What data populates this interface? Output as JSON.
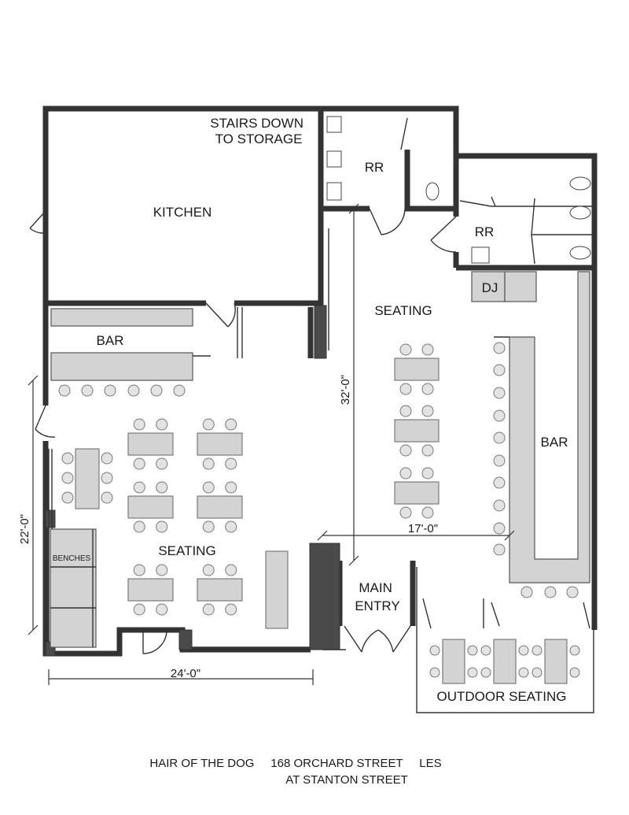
{
  "rooms": {
    "stairs": "STAIRS DOWN\nTO STORAGE",
    "kitchen": "KITCHEN",
    "restroom_1": "RR",
    "restroom_2": "RR",
    "dj": "DJ",
    "bar_left": "BAR",
    "seating_top": "SEATING",
    "bar_right": "BAR",
    "seating_main": "SEATING",
    "benches": "BENCHES",
    "main_entry": "MAIN\nENTRY",
    "outdoor_seating": "OUTDOOR SEATING"
  },
  "dimensions": {
    "vertical_32": "32'-0\"",
    "horizontal_17": "17'-0\"",
    "vertical_22": "22'-0\"",
    "horizontal_24": "24'-0\""
  },
  "caption": {
    "line1": "HAIR OF THE DOG     168 ORCHARD STREET     LES",
    "line2": "AT STANTON STREET"
  }
}
